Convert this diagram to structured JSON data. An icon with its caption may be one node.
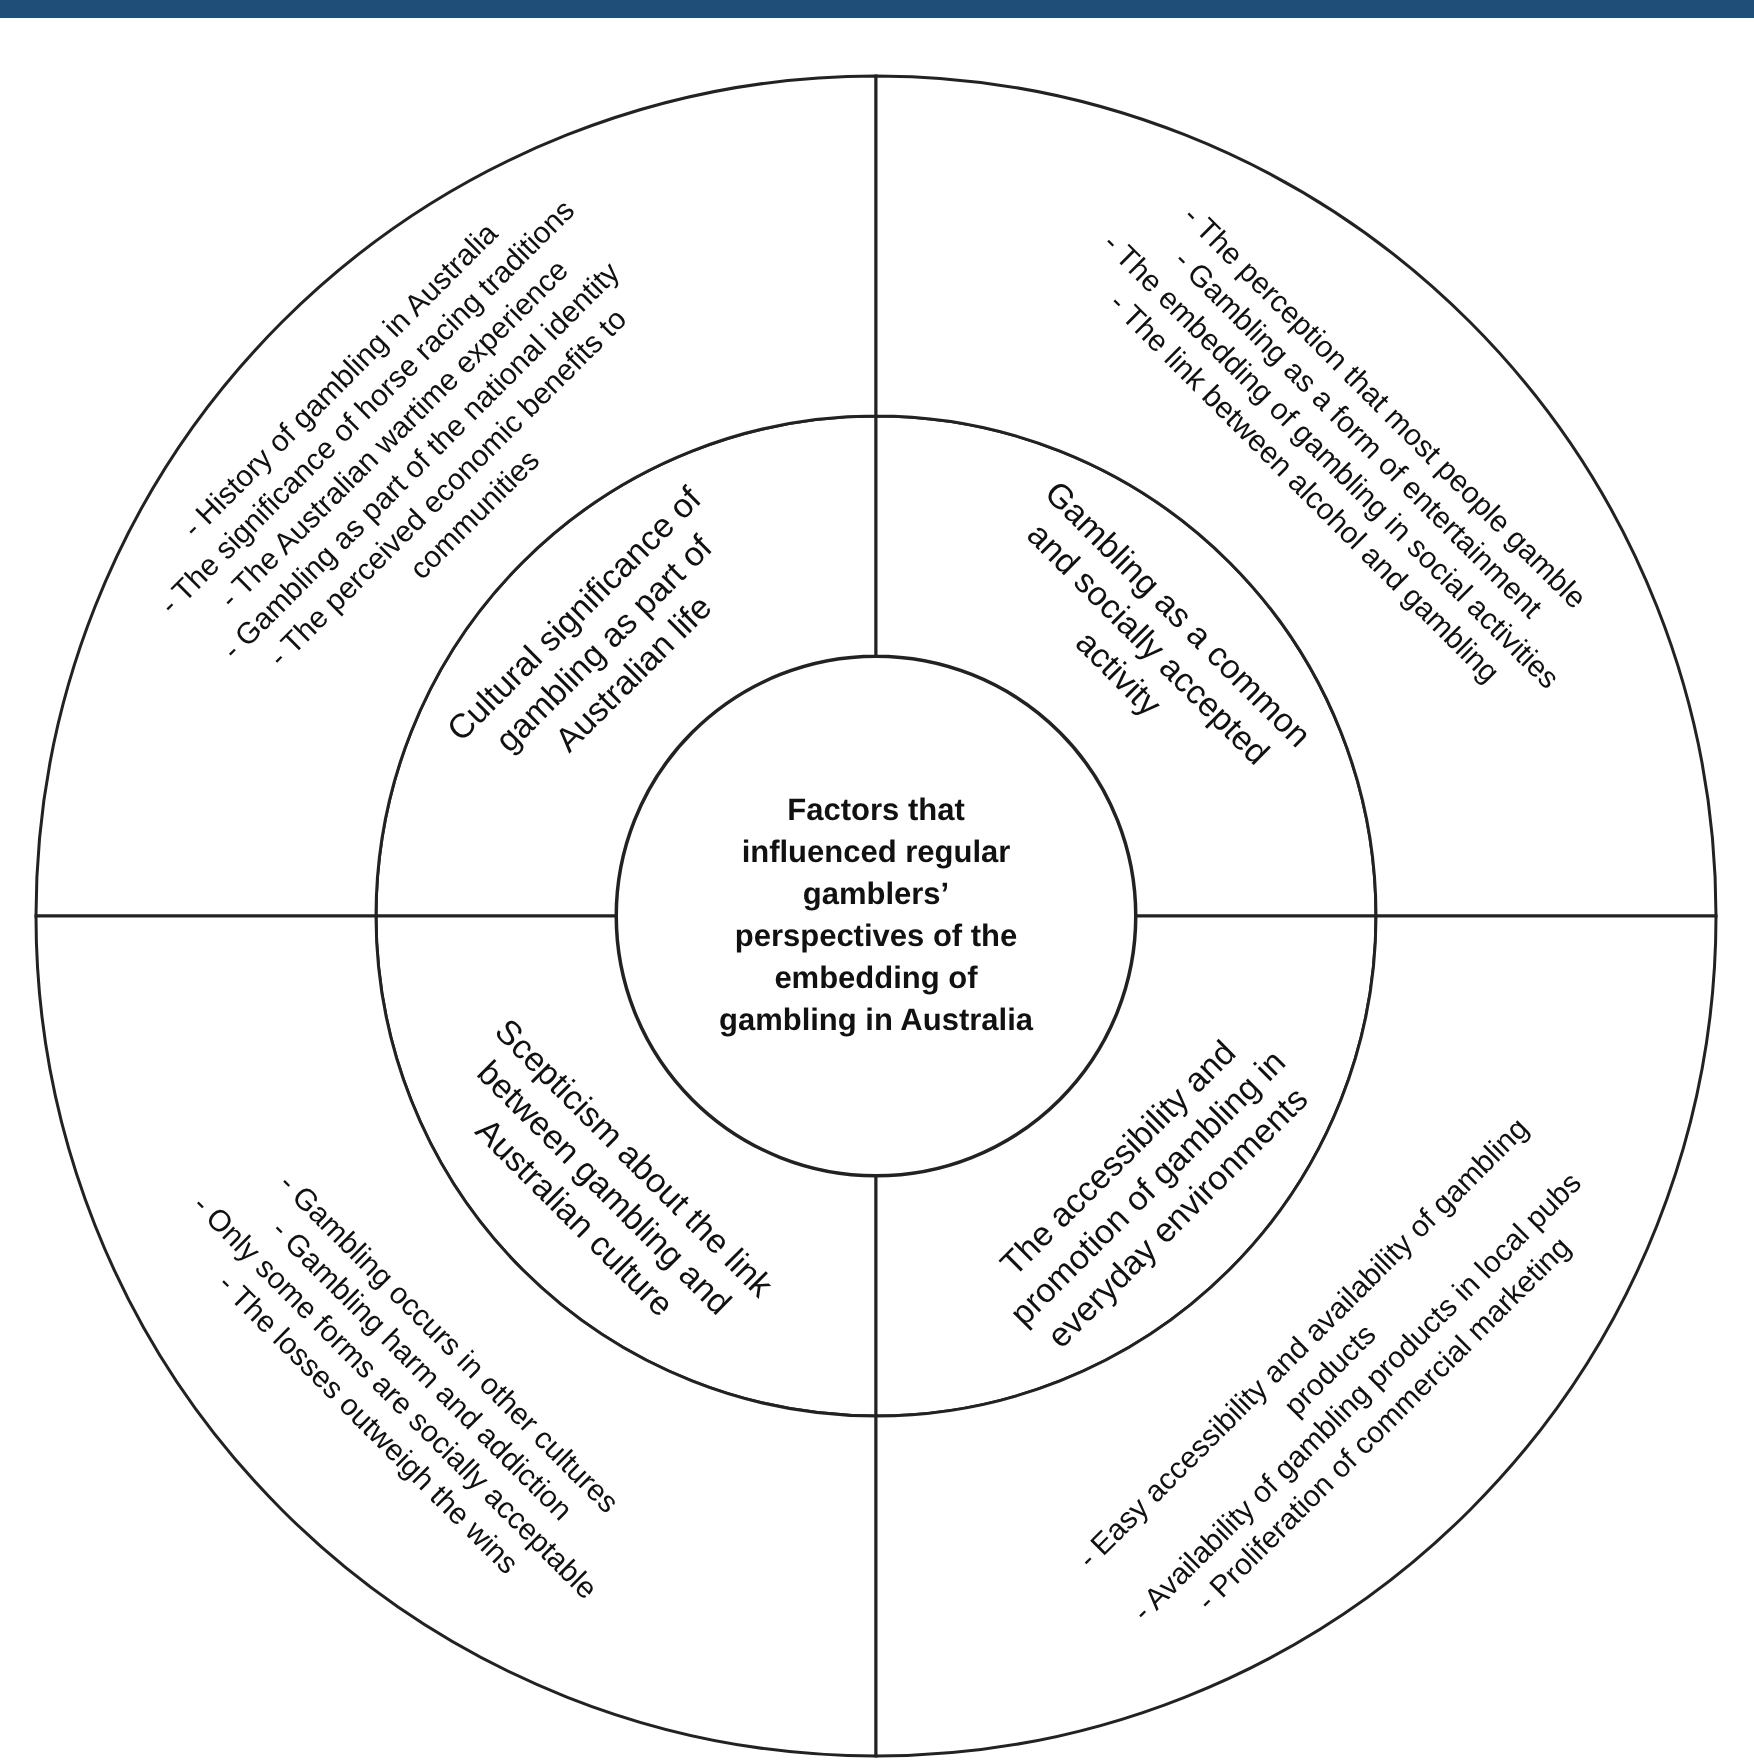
{
  "diagram": {
    "nodes": [
      {
        "text": [
          "Factors that influenced regular gamblers’ perspectives of the embedding of gambling in Australia"
        ]
      },
      {
        "text": [
          "Cultural significance of gambling as part of Australian life"
        ]
      },
      {
        "text": [
          "Gambling as a common and socially accepted activity"
        ]
      },
      {
        "text": [
          "Scepticism about the link between gambling and Australian culture"
        ]
      },
      {
        "text": [
          "The accessibility and promotion of gambling in everyday environments"
        ]
      },
      {
        "text": [
          "- History of gambling in Australia",
          "- The significance of horse racing traditions",
          "- The Australian wartime experience",
          "- Gambling as part of the national identity",
          "- The perceived economic benefits to communities"
        ]
      },
      {
        "text": [
          "- The perception that most people gamble",
          "- Gambling as a form of entertainment",
          "- The embedding of gambling in social activities",
          "- The link between alcohol and gambling"
        ]
      },
      {
        "text": [
          "- Gambling occurs in other cultures",
          "- Gambling harm and addiction",
          "- Only some forms are socially acceptable",
          "- The losses outweigh the wins"
        ]
      },
      {
        "text": [
          "- Easy accessibility and availability of gambling products",
          "- Availability of gambling products in local pubs",
          "- Proliferation of commercial marketing"
        ]
      }
    ]
  }
}
